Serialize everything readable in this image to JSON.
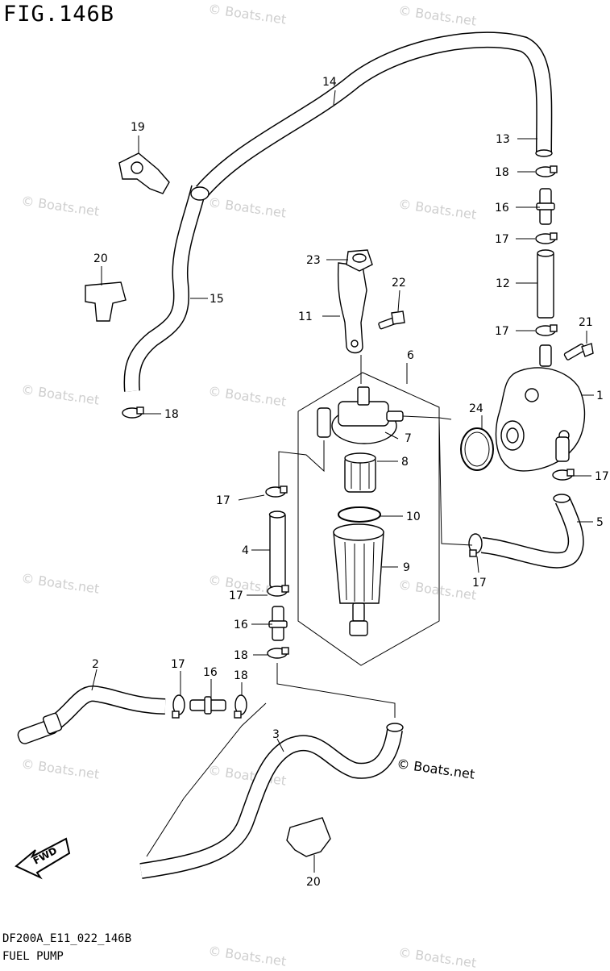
{
  "figure": {
    "title": "FIG.146B",
    "code": "DF200A_E11_022_146B",
    "name": "FUEL PUMP"
  },
  "watermark": "© Boats.net",
  "brand_mark": "© Boats.net",
  "fwd_arrow": "FWD",
  "callouts": {
    "c1": "1",
    "c2": "2",
    "c3": "3",
    "c4": "4",
    "c5": "5",
    "c6": "6",
    "c7": "7",
    "c8": "8",
    "c9": "9",
    "c10": "10",
    "c11": "11",
    "c12": "12",
    "c13": "13",
    "c14": "14",
    "c15": "15",
    "c16a": "16",
    "c16b": "16",
    "c16c": "16",
    "c17a": "17",
    "c17b": "17",
    "c17c": "17",
    "c17d": "17",
    "c17e": "17",
    "c17f": "17",
    "c17g": "17",
    "c18a": "18",
    "c18b": "18",
    "c18c": "18",
    "c18d": "18",
    "c19": "19",
    "c20a": "20",
    "c20b": "20",
    "c21": "21",
    "c22": "22",
    "c23": "23",
    "c24": "24"
  }
}
